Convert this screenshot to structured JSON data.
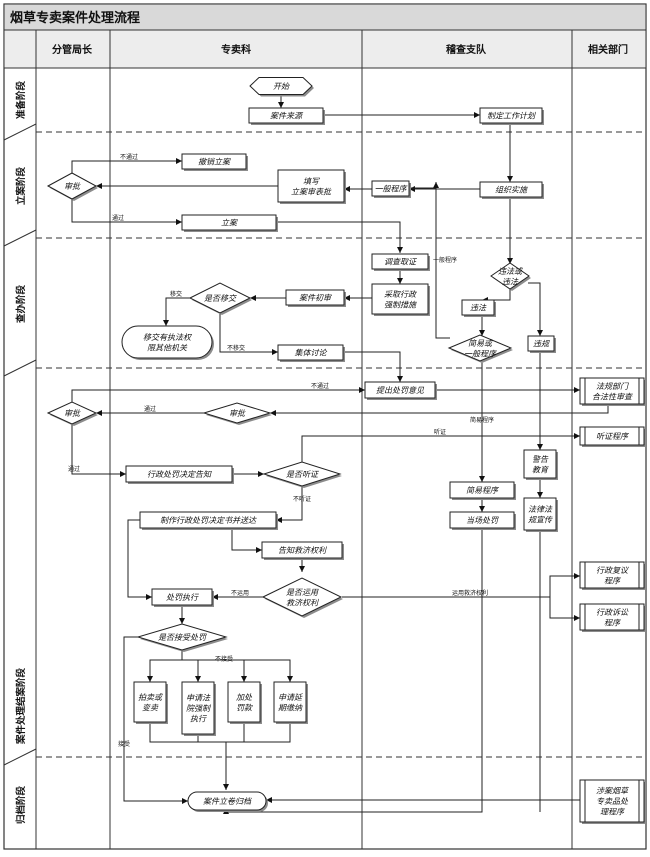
{
  "title": "烟草专卖案件处理流程",
  "columns": [
    "分管局长",
    "专卖科",
    "稽查支队",
    "相关部门"
  ],
  "stages": [
    "准备阶段",
    "立案阶段",
    "查办阶段",
    "案件处理结案阶段",
    "归档阶段"
  ],
  "nodes": {
    "start": "开始",
    "case_source": "案件来源",
    "work_plan": "制定工作计划",
    "org_impl": "组织实施",
    "general_proc": "一般程序",
    "fill_form": "填写\n立案审表批",
    "approve1": "审批",
    "revoke": "撤销立案",
    "file_case": "立案",
    "investigate": "调查取证",
    "violation_q": "违法或\n违法",
    "illegal": "违法",
    "violation": "违规",
    "coercive": "采取行政\n强制措施",
    "prelim_review": "案件初审",
    "transfer_q": "是否移交",
    "transfer_box": "移交有执法权\n限其他机关",
    "collective": "集体讨论",
    "simple_or_general": "简易或\n一般程序",
    "opinion": "提出处罚意见",
    "legal_review": "法规部门\n合法性审查",
    "approve2": "审批",
    "approve3": "审批",
    "hearing_proc": "听证程序",
    "notice": "行政处罚决定告知",
    "hearing_q": "是否听证",
    "warn_edu": "警告\n教育",
    "simple_proc": "简易程序",
    "spot_penalty": "当场处罚",
    "law_promo": "法律法\n规宣传",
    "make_decision": "制作行政处罚决定书并送达",
    "inform_rights": "告知救济权利",
    "remedy_q": "是否运用\n救济权利",
    "recon": "行政复议\n程序",
    "litigation": "行政诉讼\n程序",
    "execute": "处罚执行",
    "accept_q": "是否接受处罚",
    "auction": "拍卖或\n变卖",
    "court_enforce": "申请法\n院强制\n执行",
    "extra_fine": "加处\n罚款",
    "postpone": "申请延\n期缴纳",
    "archive": "案件立卷归档",
    "tobacco_proc": "涉案烟草\n专卖品处\n理程序"
  },
  "labels": {
    "not_pass1": "不通过",
    "pass1": "通过",
    "general_proc_lbl": "一般程序",
    "transfer": "移交",
    "not_transfer": "不移交",
    "not_pass2": "不通过",
    "pass2": "通过",
    "simple_proc_lbl": "简易程序",
    "hearing": "听证",
    "pass3": "通过",
    "no_hearing": "不听证",
    "not_use": "不运用",
    "use_remedy": "运用救济权利",
    "not_accept": "不接受",
    "accept": "接受"
  }
}
